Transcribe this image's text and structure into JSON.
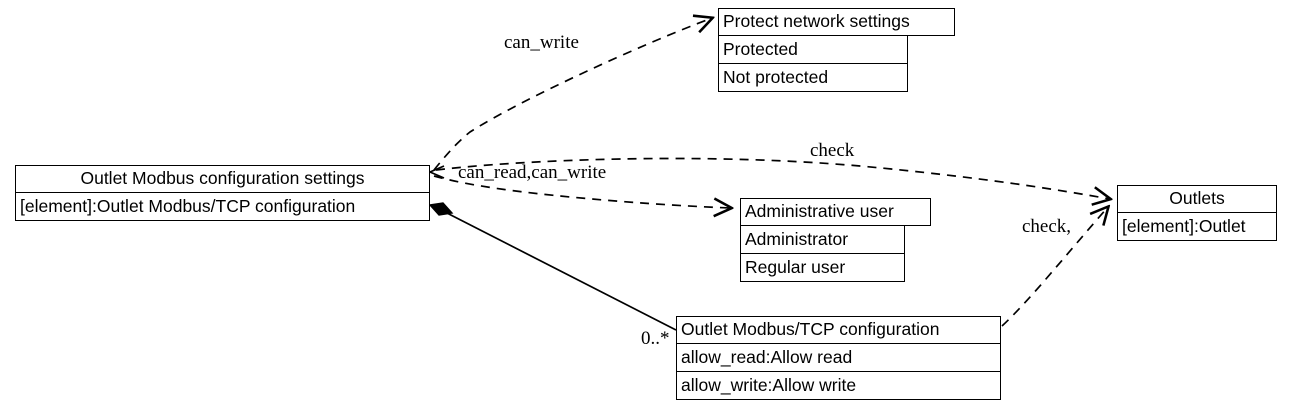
{
  "diagram": {
    "title": "Outlet Modbus configuration settings class diagram",
    "background_color": "#ffffff",
    "stroke_color": "#000000",
    "nodes": [
      {
        "id": "outlet-modbus-configuration-settings",
        "rows": [
          {
            "text": "Outlet Modbus configuration settings",
            "align": "center"
          },
          {
            "text": "[element]:Outlet Modbus/TCP configuration",
            "align": "left"
          }
        ]
      },
      {
        "id": "protect-network-settings",
        "rows": [
          {
            "text": "Protect network settings",
            "align": "left"
          },
          {
            "text": "Protected",
            "align": "left"
          },
          {
            "text": "Not protected",
            "align": "left"
          }
        ]
      },
      {
        "id": "administrative-user",
        "rows": [
          {
            "text": "Administrative user",
            "align": "left"
          },
          {
            "text": "Administrator",
            "align": "left"
          },
          {
            "text": "Regular user",
            "align": "left"
          }
        ]
      },
      {
        "id": "outlet-modbus-tcp-configuration",
        "rows": [
          {
            "text": "Outlet Modbus/TCP configuration",
            "align": "left"
          },
          {
            "text": "allow_read:Allow read",
            "align": "left"
          },
          {
            "text": "allow_write:Allow write",
            "align": "left"
          }
        ]
      },
      {
        "id": "outlets",
        "rows": [
          {
            "text": "Outlets",
            "align": "center"
          },
          {
            "text": "[element]:Outlet",
            "align": "left"
          }
        ]
      }
    ],
    "edge_labels": [
      {
        "id": "can-write",
        "text": "can_write"
      },
      {
        "id": "can-read-can-write",
        "text": "can_read,can_write"
      },
      {
        "id": "check-top",
        "text": "check"
      },
      {
        "id": "check-bottom",
        "text": "check,"
      },
      {
        "id": "multiplicity",
        "text": "0..*"
      }
    ]
  }
}
